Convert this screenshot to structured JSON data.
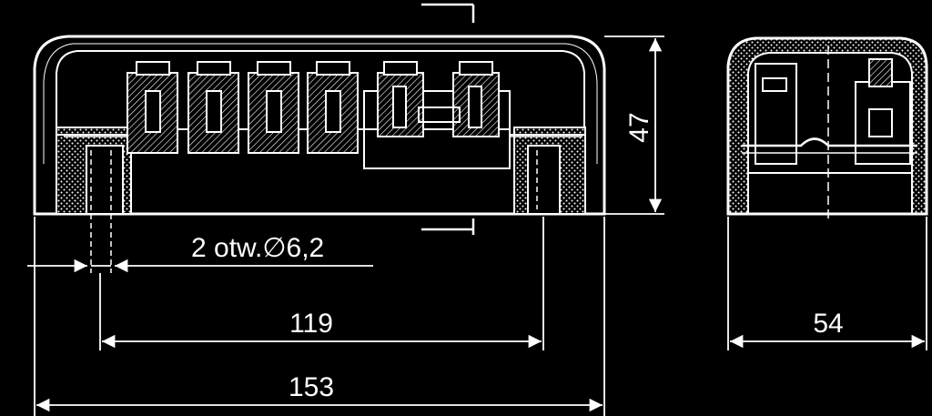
{
  "dimensions": {
    "holes_label": "2 otw.∅6,2",
    "hole_spacing": "119",
    "overall_length": "153",
    "height": "47",
    "depth": "54"
  },
  "colors": {
    "background": "#000000",
    "line": "#ffffff"
  }
}
